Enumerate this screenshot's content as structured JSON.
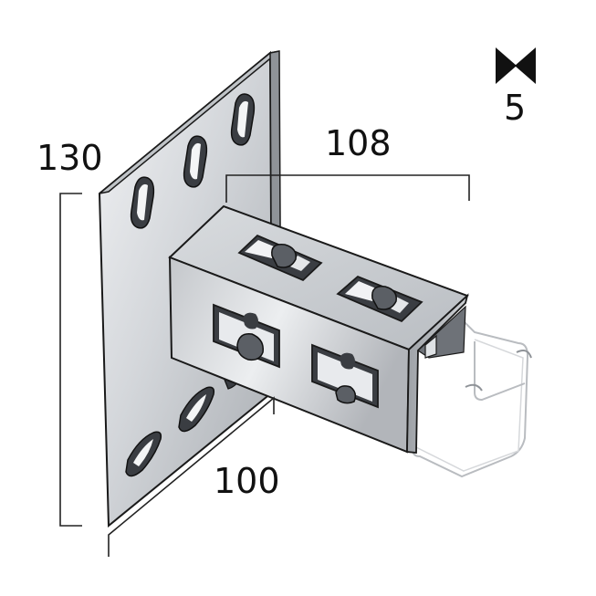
{
  "dimensions": {
    "height_label": "130",
    "depth_label": "108",
    "width_label": "100",
    "thickness_label": "5"
  },
  "colors": {
    "plate_light": "#e6e8eb",
    "plate_dark": "#a7abb0",
    "edge": "#1a1a1a",
    "slot": "#3a3d42",
    "channel": "#c9ccd0"
  }
}
